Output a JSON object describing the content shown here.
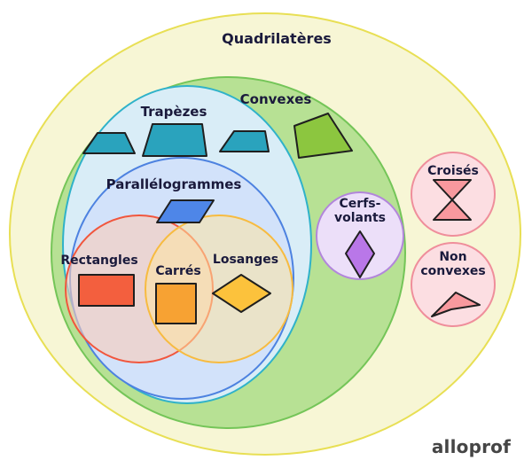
{
  "title": "Quadrilatères",
  "sets": {
    "quadrilateres": "Quadrilatères",
    "convexes": "Convexes",
    "trapezes": "Trapèzes",
    "parallelogrammes": "Parallélogrammes",
    "rectangles": "Rectangles",
    "carres": "Carrés",
    "losanges": "Losanges",
    "cerfs_volants": "Cerfs-\nvolants",
    "croises": "Croisés",
    "non_convexes": "Non\nconvexes"
  },
  "watermark": "alloprof",
  "colors": {
    "outer_fill": "#f7f6d5",
    "outer_stroke": "#e8df54",
    "convex_fill": "#b7e194",
    "convex_stroke": "#74c558",
    "trapeze_fill": "#d9edf7",
    "trapeze_stroke": "#2fb2c9",
    "para_fill": "#d2e2fa",
    "para_stroke": "#4d82e0",
    "rect_fill": "rgba(250, 205, 185, 0.6)",
    "rect_stroke": "#f1563d",
    "losange_fill": "rgba(253, 227, 160, 0.55)",
    "losange_stroke": "#f7bb40",
    "kite_circle_fill": "#ecdff9",
    "kite_circle_stroke": "#b286db",
    "pink_circle_fill": "#fcdee2",
    "pink_circle_stroke": "#ef8e9b",
    "shape_trapezoid": "#2aa3bd",
    "shape_convex_quad": "#8cc63f",
    "shape_parallelogram": "#4e86e8",
    "shape_rectangle": "#f35f3e",
    "shape_square": "#f7a233",
    "shape_losange": "#fcc23c",
    "shape_kite": "#b977e8",
    "shape_pink": "#f8999e",
    "shape_stroke": "#1f1f1f",
    "text": "#1a1a3c"
  }
}
